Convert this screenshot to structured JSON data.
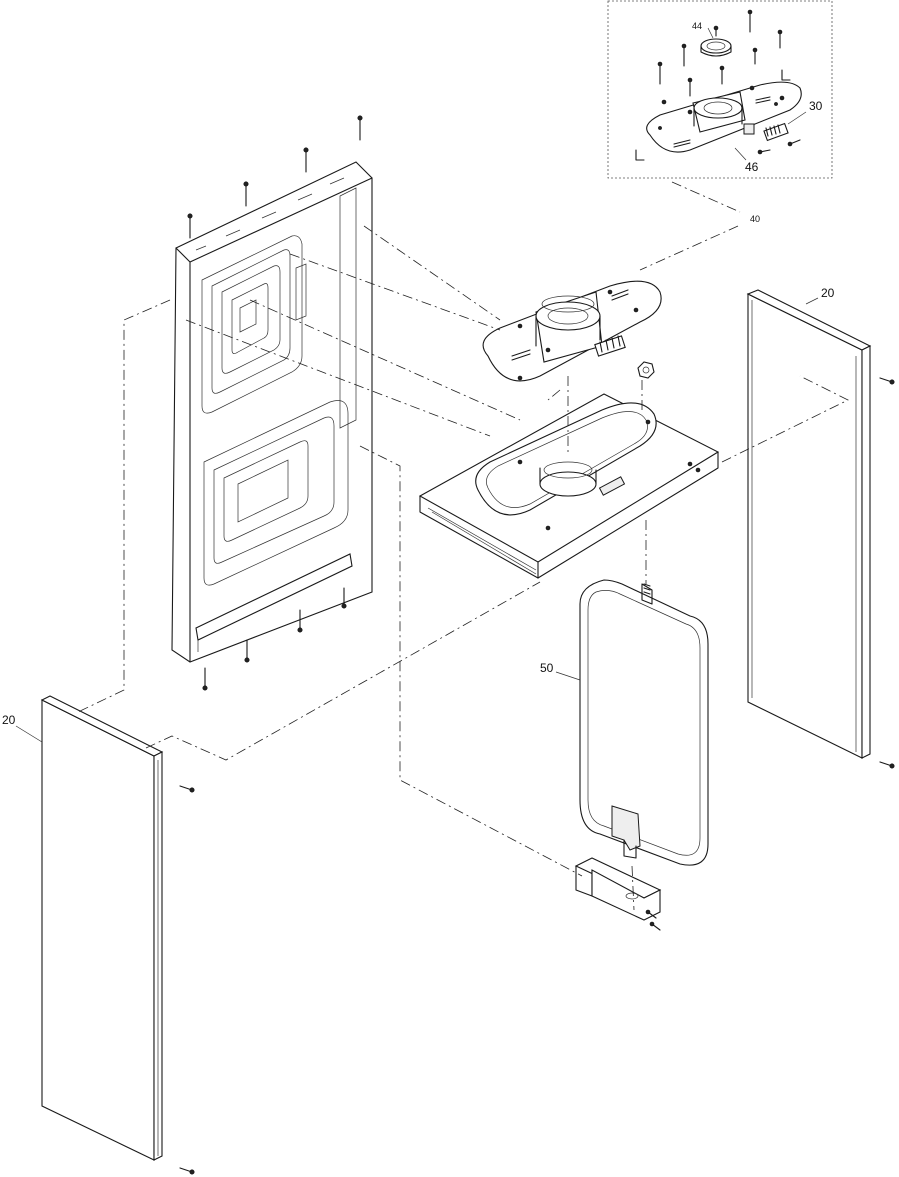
{
  "callouts": {
    "c44": "44",
    "c30": "30",
    "c46": "46",
    "c40": "40",
    "c20_right": "20",
    "c20_left": "20",
    "c50": "50"
  }
}
